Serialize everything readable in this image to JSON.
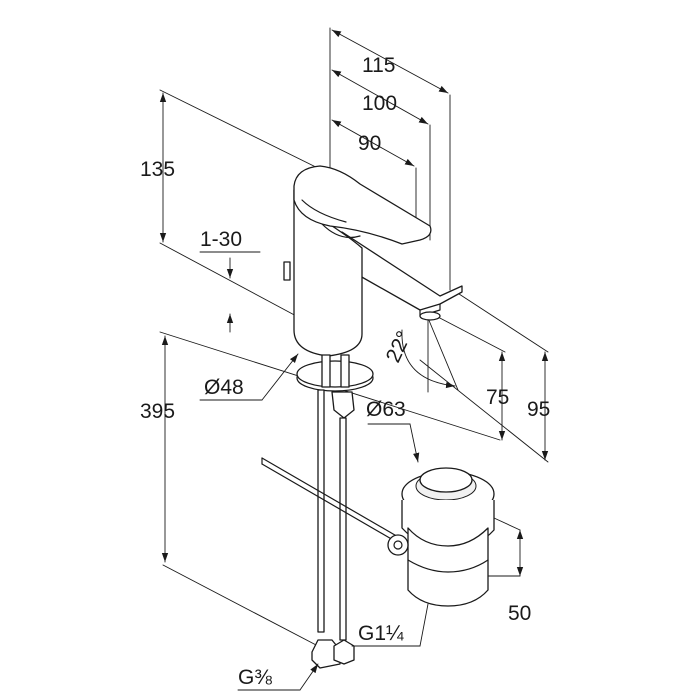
{
  "drawing": {
    "dimensions": {
      "d115": "115",
      "d100": "100",
      "d90": "90",
      "d135": "135",
      "d1_30": "1-30",
      "d48": "Ø48",
      "d22": "22°",
      "d75": "75",
      "d95": "95",
      "d395": "395",
      "d63": "Ø63",
      "d50": "50",
      "g114": "G1¼",
      "g38": "G⅜"
    }
  }
}
